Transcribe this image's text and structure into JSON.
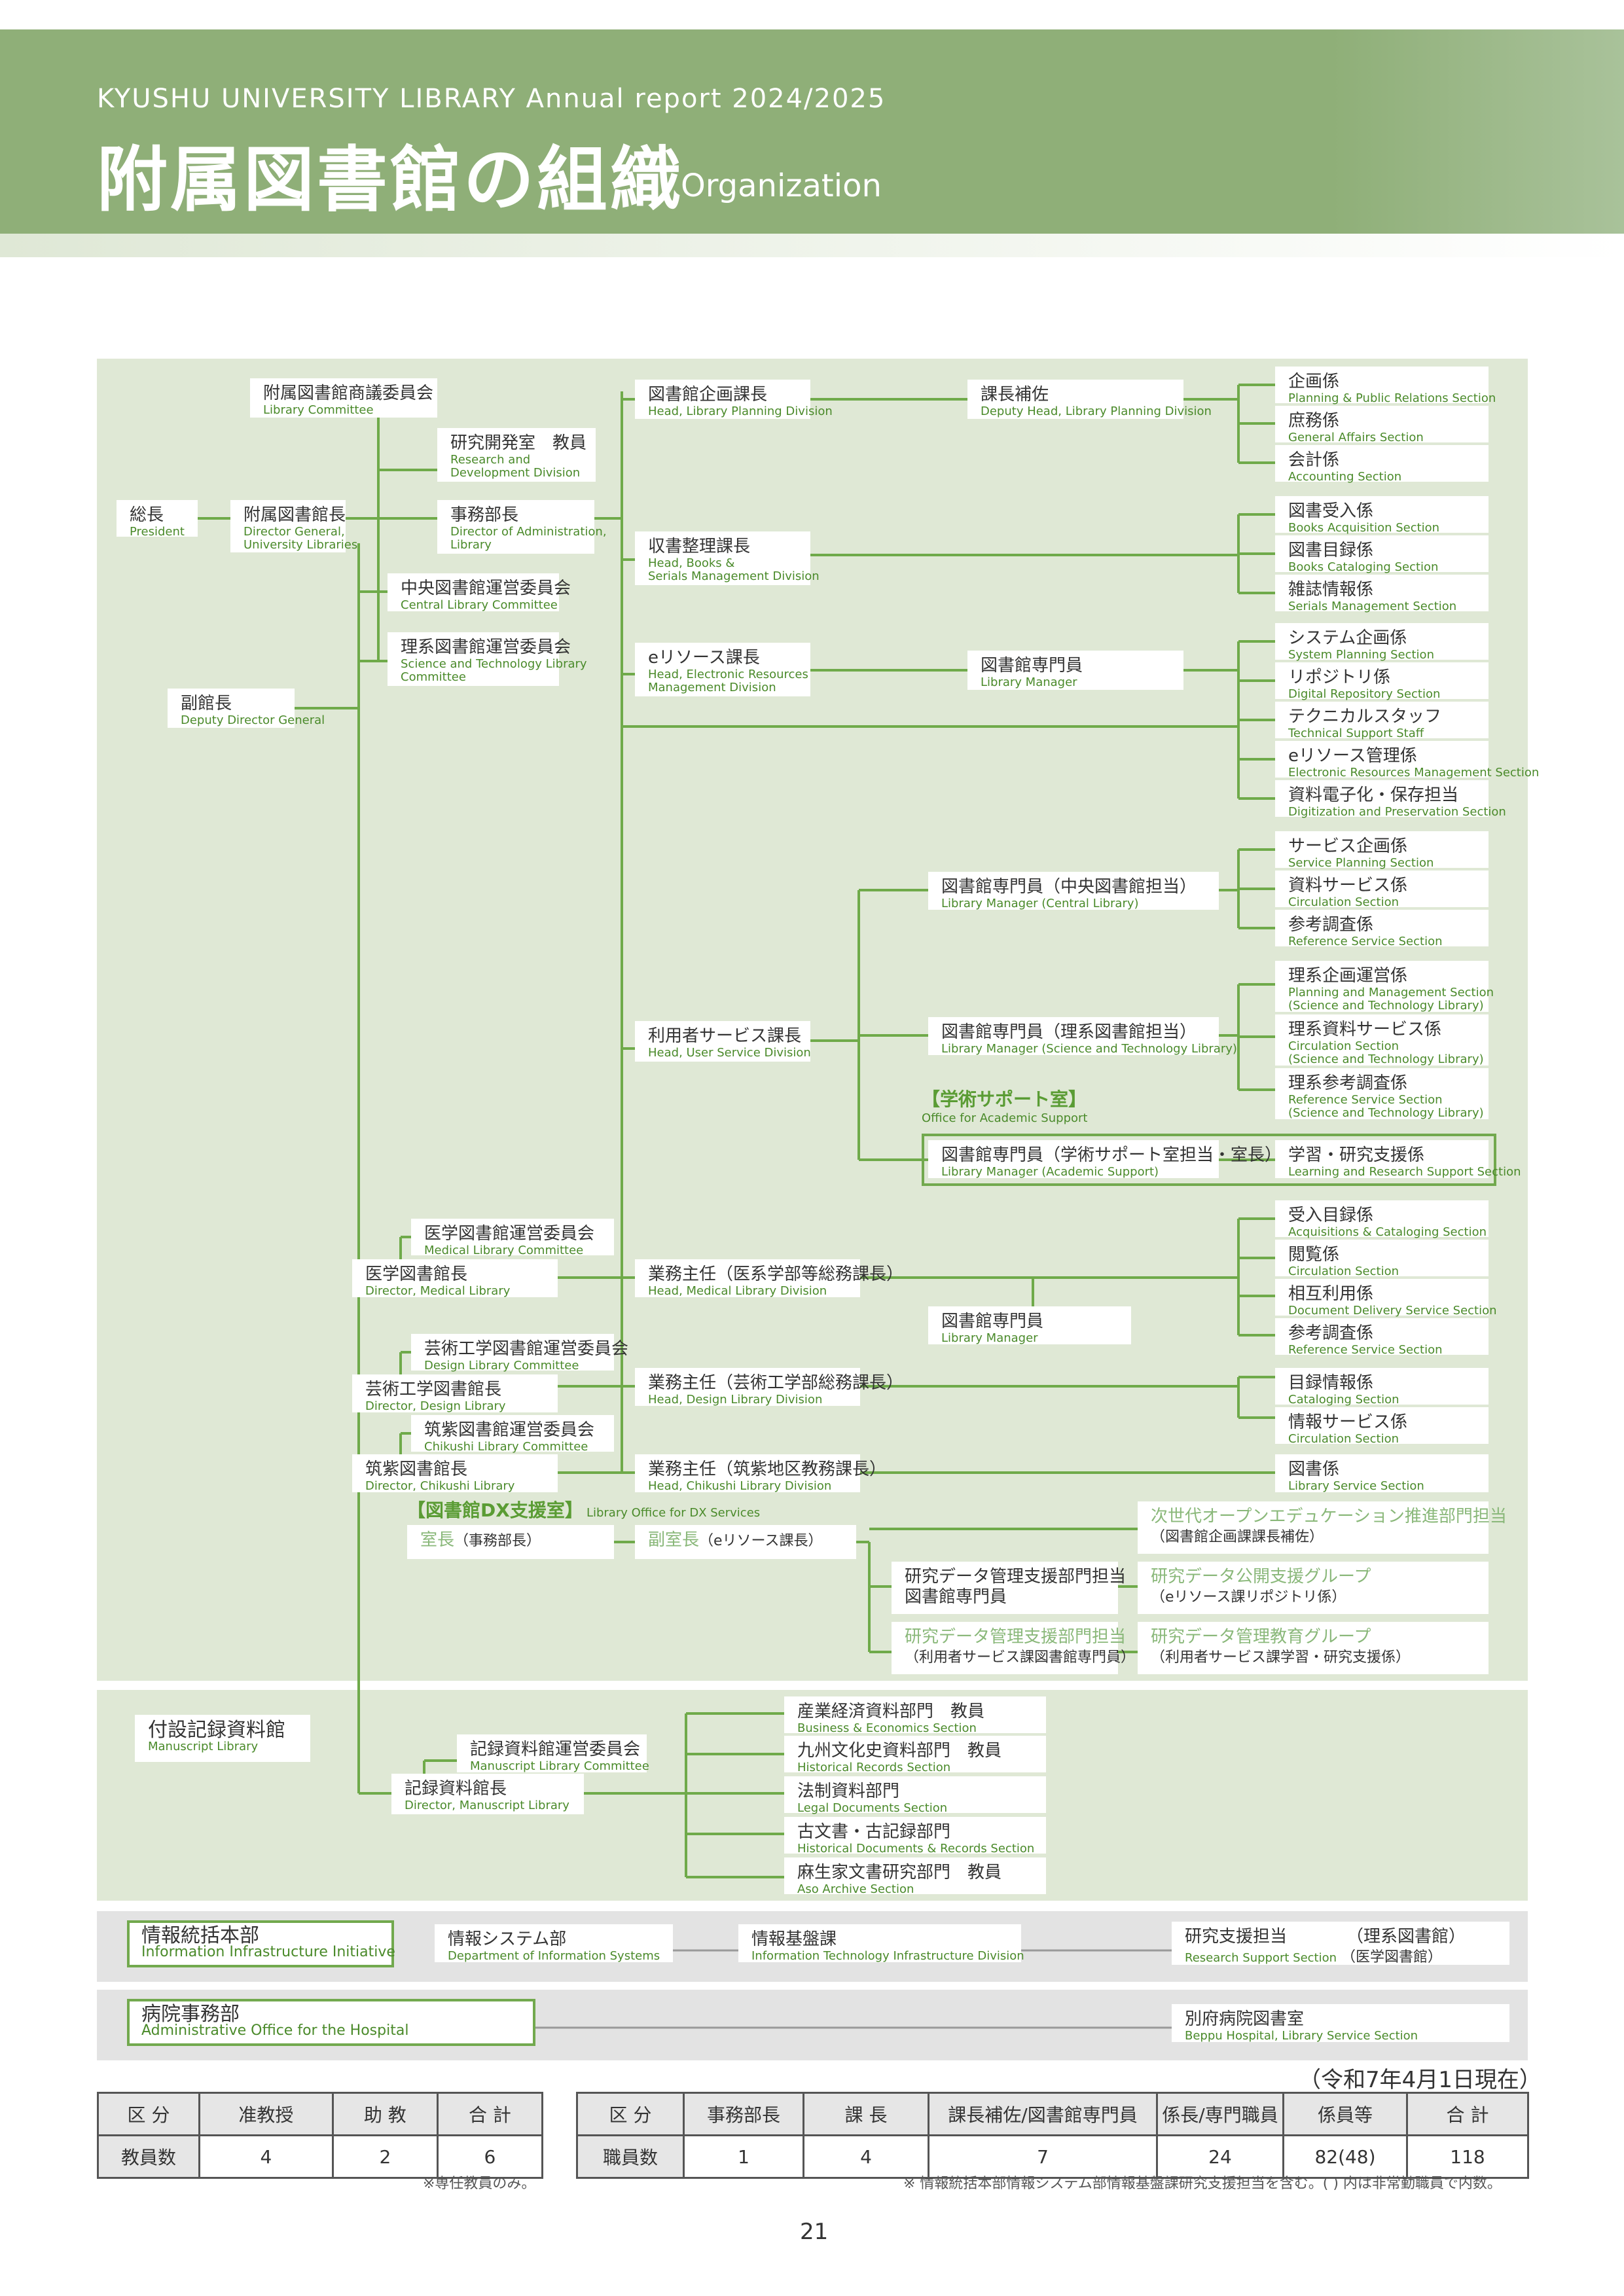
{
  "header": {
    "subtitle": "KYUSHU UNIVERSITY LIBRARY Annual report 2024/2025",
    "title": "附属図書館の組織",
    "title_en": "Organization"
  },
  "org": {
    "president": {
      "jp": "総長",
      "en": "President"
    },
    "director_general": {
      "jp": "附属図書館長",
      "en": "Director General,",
      "en2": "University Libraries"
    },
    "library_committee": {
      "jp": "附属図書館商議委員会",
      "en": "Library Committee"
    },
    "research_division": {
      "jp": "研究開発室　教員",
      "en": "Research and",
      "en2": "Development Division"
    },
    "admin_director": {
      "jp": "事務部長",
      "en": "Director of Administration,",
      "en2": "Library"
    },
    "central_committee": {
      "jp": "中央図書館運営委員会",
      "en": "Central Library Committee"
    },
    "st_committee": {
      "jp": "理系図書館運営委員会",
      "en": "Science and Technology Library",
      "en2": "Committee"
    },
    "deputy_director": {
      "jp": "副館長",
      "en": "Deputy Director General"
    },
    "planning_head": {
      "jp": "図書館企画課長",
      "en": "Head, Library Planning Division"
    },
    "deputy_head": {
      "jp": "課長補佐",
      "en": "Deputy Head, Library Planning Division"
    },
    "books_head": {
      "jp": "収書整理課長",
      "en": "Head, Books &",
      "en2": "Serials Management Division"
    },
    "eresource_head": {
      "jp": "eリソース課長",
      "en": "Head, Electronic Resources",
      "en2": "Management Division"
    },
    "library_manager": {
      "jp": "図書館専門員",
      "en": "Library Manager"
    },
    "user_service_head": {
      "jp": "利用者サービス課長",
      "en": "Head, User Service Division"
    },
    "lm_central": {
      "jp": "図書館専門員（中央図書館担当）",
      "en": "Library Manager (Central Library)"
    },
    "lm_st": {
      "jp": "図書館専門員（理系図書館担当）",
      "en": "Library Manager (Science and Technology Library)"
    },
    "academic_support_office": {
      "jp": "【学術サポート室】",
      "en": "Office for Academic Support"
    },
    "lm_academic": {
      "jp": "図書館専門員（学術サポート室担当・室長）",
      "en": "Library Manager (Academic Support)"
    },
    "learning_support": {
      "jp": "学習・研究支援係",
      "en": "Learning and Research Support Section"
    },
    "sections_planning": [
      {
        "jp": "企画係",
        "en": "Planning & Public Relations Section"
      },
      {
        "jp": "庶務係",
        "en": "General Affairs Section"
      },
      {
        "jp": "会計係",
        "en": "Accounting Section"
      }
    ],
    "sections_books": [
      {
        "jp": "図書受入係",
        "en": "Books Acquisition Section"
      },
      {
        "jp": "図書目録係",
        "en": "Books Cataloging Section"
      },
      {
        "jp": "雑誌情報係",
        "en": "Serials Management Section"
      }
    ],
    "sections_eres": [
      {
        "jp": "システム企画係",
        "en": "System Planning Section"
      },
      {
        "jp": "リポジトリ係",
        "en": "Digital Repository Section"
      },
      {
        "jp": "テクニカルスタッフ",
        "en": "Technical Support Staff"
      },
      {
        "jp": "eリソース管理係",
        "en": "Electronic Resources Management Section"
      },
      {
        "jp": "資料電子化・保存担当",
        "en": "Digitization and Preservation Section"
      }
    ],
    "sections_central": [
      {
        "jp": "サービス企画係",
        "en": "Service Planning Section"
      },
      {
        "jp": "資料サービス係",
        "en": "Circulation Section"
      },
      {
        "jp": "参考調査係",
        "en": "Reference Service Section"
      }
    ],
    "sections_st": [
      {
        "jp": "理系企画運営係",
        "en": "Planning and Management Section",
        "en2": " (Science and Technology Library)"
      },
      {
        "jp": "理系資料サービス係",
        "en": "Circulation Section",
        "en2": " (Science and Technology Library)"
      },
      {
        "jp": "理系参考調査係",
        "en": "Reference Service Section",
        "en2": " (Science and Technology Library)"
      }
    ],
    "medical_committee": {
      "jp": "医学図書館運営委員会",
      "en": "Medical Library Committee"
    },
    "medical_director": {
      "jp": "医学図書館長",
      "en": "Director, Medical Library"
    },
    "medical_head": {
      "jp": "業務主任（医系学部等総務課長）",
      "en": "Head, Medical Library Division"
    },
    "medical_manager": {
      "jp": "図書館専門員",
      "en": "Library Manager"
    },
    "sections_medical": [
      {
        "jp": "受入目録係",
        "en": "Acquisitions & Cataloging Section"
      },
      {
        "jp": "閲覧係",
        "en": "Circulation Section"
      },
      {
        "jp": "相互利用係",
        "en": "Document Delivery Service Section"
      },
      {
        "jp": "参考調査係",
        "en": "Reference Service Section"
      }
    ],
    "design_committee": {
      "jp": "芸術工学図書館運営委員会",
      "en": "Design Library Committee"
    },
    "design_director": {
      "jp": "芸術工学図書館長",
      "en": "Director, Design Library"
    },
    "design_head": {
      "jp": "業務主任（芸術工学部総務課長）",
      "en": "Head, Design Library Division"
    },
    "sections_design": [
      {
        "jp": "目録情報係",
        "en": "Cataloging Section"
      },
      {
        "jp": "情報サービス係",
        "en": "Circulation Section"
      }
    ],
    "chikushi_committee": {
      "jp": "筑紫図書館運営委員会",
      "en": "Chikushi Library Committee"
    },
    "chikushi_director": {
      "jp": "筑紫図書館長",
      "en": "Director, Chikushi Library"
    },
    "chikushi_head": {
      "jp": "業務主任（筑紫地区教務課長）",
      "en": "Head, Chikushi Library Division"
    },
    "chikushi_section": {
      "jp": "図書係",
      "en": "Library Service Section"
    },
    "dx_office": {
      "jp": "【図書館DX支援室】",
      "en": "Library Office for DX Services"
    },
    "dx_chief": {
      "jp1": "室長",
      "jp2": "（事務部長）"
    },
    "dx_deputy": {
      "jp1": "副室長",
      "jp2": "（eリソース課長）"
    },
    "dx_open_edu": {
      "jp1": "次世代オープンエデュケーション推進部門担当",
      "jp2": "（図書館企画課課長補佐）"
    },
    "dx_rdm_lead": {
      "jp1": "研究データ管理支援部門担当",
      "jp2": "図書館専門員"
    },
    "dx_open_support": {
      "jp1": "研究データ公開支援グループ",
      "jp2": "（eリソース課リポジトリ係）"
    },
    "dx_rdm_user": {
      "jp1": "研究データ管理支援部門担当",
      "jp2": "（利用者サービス課図書館専門員）"
    },
    "dx_edu_group": {
      "jp1": "研究データ管理教育グループ",
      "jp2": "（利用者サービス課学習・研究支援係）"
    }
  },
  "manuscript": {
    "title": {
      "jp": "付設記録資料館",
      "en": "Manuscript Library"
    },
    "committee": {
      "jp": "記録資料館運営委員会",
      "en": "Manuscript Library Committee"
    },
    "director": {
      "jp": "記録資料館長",
      "en": "Director, Manuscript Library"
    },
    "sections": [
      {
        "jp": "産業経済資料部門　教員",
        "en": "Business & Economics Section"
      },
      {
        "jp": "九州文化史資料部門　教員",
        "en": "Historical Records Section"
      },
      {
        "jp": "法制資料部門",
        "en": "Legal Documents Section"
      },
      {
        "jp": "古文書・古記録部門",
        "en": "Historical Documents & Records Section"
      },
      {
        "jp": "麻生家文書研究部門　教員",
        "en": "Aso Archive Section"
      }
    ]
  },
  "info": {
    "title": {
      "jp": "情報統括本部",
      "en": "Information Infrastructure Initiative"
    },
    "dept": {
      "jp": "情報システム部",
      "en": "Department of Information Systems"
    },
    "division": {
      "jp": "情報基盤課",
      "en": "Information Technology Infrastructure Division"
    },
    "support": {
      "jp": "研究支援担当",
      "jp_a": "（理系図書館）",
      "jp_b": "（医学図書館）",
      "en": "Research Support Section"
    }
  },
  "hospital": {
    "title": {
      "jp": "病院事務部",
      "en": "Administrative Office for the Hospital"
    },
    "beppu": {
      "jp": "別府病院図書室",
      "en": "Beppu Hospital, Library Service Section"
    }
  },
  "as_of": "（令和7年4月1日現在）",
  "faculty_table": {
    "headers": [
      "区 分",
      "准教授",
      "助 教",
      "合 計"
    ],
    "row": [
      "教員数",
      "4",
      "2",
      "6"
    ],
    "note": "※専任教員のみ。"
  },
  "staff_table": {
    "headers": [
      "区 分",
      "事務部長",
      "課 長",
      "課長補佐/図書館専門員",
      "係長/専門職員",
      "係員等",
      "合 計"
    ],
    "row": [
      "職員数",
      "1",
      "4",
      "7",
      "24",
      "82(48)",
      "118"
    ],
    "note": "※ 情報統括本部情報システム部情報基盤課研究支援担当を含む。( ) 内は非常勤職員で内数。"
  },
  "page_number": "21",
  "colors": {
    "green": "#6faa4a",
    "header": "#8faf78",
    "panel": "#dfe8d5",
    "accent_text": "#4a8a2a"
  }
}
